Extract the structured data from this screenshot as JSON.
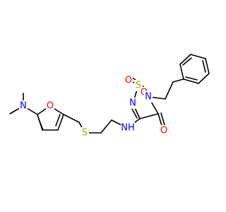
{
  "molecule": {
    "atoms": {
      "n_dimethyl": {
        "label": "N",
        "color": "#0000ff"
      },
      "o_furan": {
        "label": "O",
        "color": "#ff0000"
      },
      "s_thioether": {
        "label": "S",
        "color": "#b5a000"
      },
      "nh_amine": {
        "label": "NH",
        "color": "#0000ff"
      },
      "s_sulfonyl": {
        "label": "S",
        "color": "#b5a000"
      },
      "o_sulfonyl_1": {
        "label": "O",
        "color": "#ff0000"
      },
      "o_sulfonyl_2": {
        "label": "O",
        "color": "#ff0000"
      },
      "n_ring_left": {
        "label": "N",
        "color": "#0000ff"
      },
      "n_ring_right": {
        "label": "N",
        "color": "#0000ff"
      },
      "o_carbonyl": {
        "label": "O",
        "color": "#ff0000"
      }
    }
  }
}
